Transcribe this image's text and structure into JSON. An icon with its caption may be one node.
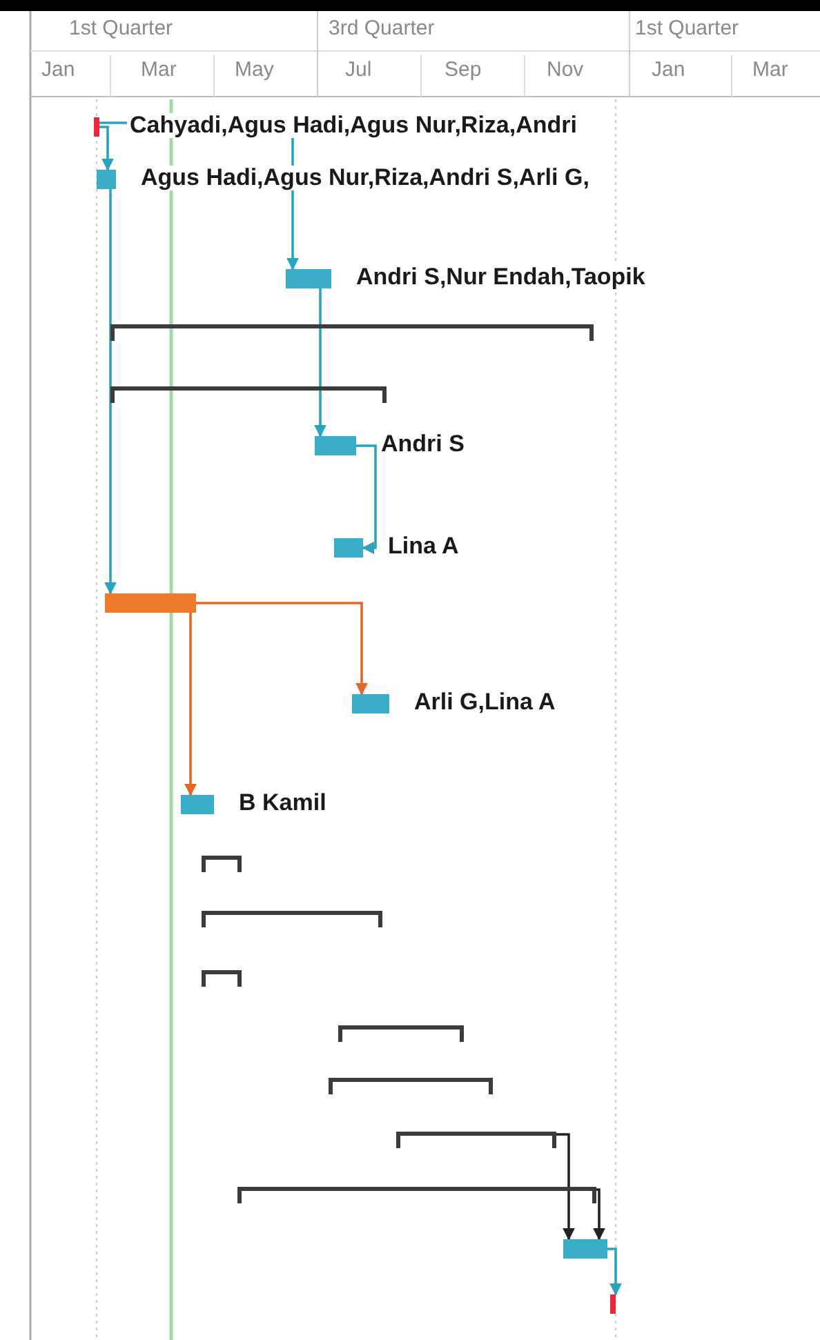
{
  "diagram": {
    "nodes": [
      {
        "text": [],
        "shape": "bar",
        "beside": [
          "Cahyadi,Agus Hadi,Agus Nur,Riza,Andri"
        ]
      },
      {
        "text": [],
        "shape": "bar",
        "beside": [
          "Agus Hadi,Agus Nur,Riza,Andri S,Arli G,"
        ]
      },
      {
        "text": [],
        "shape": "bar",
        "beside": [
          "Andri S,Nur Endah,Taopik"
        ]
      },
      {
        "text": [],
        "shape": "bar"
      },
      {
        "text": [],
        "shape": "bar"
      },
      {
        "text": [],
        "shape": "bar",
        "beside": [
          "Andri S"
        ]
      },
      {
        "text": [],
        "shape": "bar",
        "beside": [
          "Lina A"
        ]
      },
      {
        "text": [],
        "shape": "bar"
      },
      {
        "text": [],
        "shape": "bar",
        "beside": [
          "Arli G,Lina A"
        ]
      },
      {
        "text": [],
        "shape": "bar",
        "beside": [
          "B Kamil"
        ]
      },
      {
        "text": [],
        "shape": "bar"
      },
      {
        "text": [],
        "shape": "bar"
      },
      {
        "text": [],
        "shape": "bar"
      },
      {
        "text": [],
        "shape": "bar"
      },
      {
        "text": [],
        "shape": "bar"
      },
      {
        "text": [],
        "shape": "bar"
      },
      {
        "text": [],
        "shape": "bar"
      },
      {
        "text": [],
        "shape": "bar"
      },
      {
        "text": [],
        "shape": "bar"
      }
    ],
    "edges": [
      {
        "from": 0,
        "to": 1,
        "arrow": "to"
      },
      {
        "from": 0,
        "to": 2,
        "arrow": "to"
      },
      {
        "from": 1,
        "to": 7,
        "arrow": "to"
      },
      {
        "from": 2,
        "to": 5,
        "arrow": "to"
      },
      {
        "from": 5,
        "to": 6,
        "arrow": "to"
      },
      {
        "from": 7,
        "to": 8,
        "arrow": "to",
        "color": "#e0682c"
      },
      {
        "from": 7,
        "to": 9,
        "arrow": "to",
        "color": "#e0682c"
      },
      {
        "from": 15,
        "to": 17,
        "arrow": "to",
        "color": "#222222"
      },
      {
        "from": 16,
        "to": 17,
        "arrow": "to",
        "color": "#222222"
      },
      {
        "from": 17,
        "to": 18,
        "arrow": "to"
      }
    ],
    "labels": [
      "1st Quarter",
      "3rd Quarter",
      "1st Quarter",
      "Jan",
      "Mar",
      "May",
      "Jul",
      "Sep",
      "Nov",
      "Jan",
      "Mar"
    ]
  }
}
